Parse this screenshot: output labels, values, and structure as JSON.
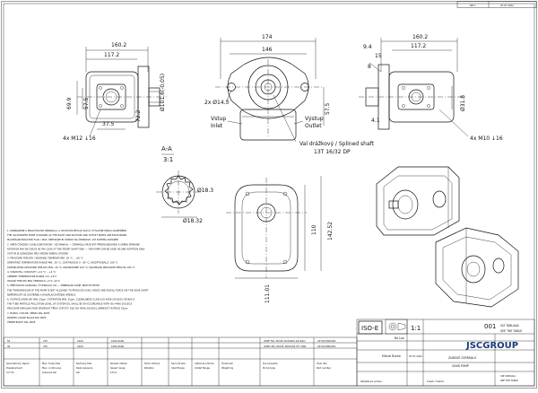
{
  "title_block": {
    "revision_cell": "Ref 1",
    "date_top": "07.07.2022",
    "iso_label": "ISO-E",
    "scale": "1:1",
    "sheet_number": "001",
    "drawn_by": "Ra Lan",
    "checked_by": "Michal Bunta",
    "approved_date": "07.07.2022",
    "name_cz": "ZUBOVÉ ČERPADLO",
    "name_en": "GEAR PUMP",
    "table_cz": "VIZ TABULKA",
    "table_en": "SEE THE TABLE",
    "company": "JSCGROUP",
    "bottom_left": "Zakázková výroba",
    "bottom_right": "Kreslil / Datum"
  },
  "dimensions": {
    "left_view": {
      "total_length": "160.2",
      "flange_length": "117.2",
      "height": "69.9",
      "shaft_offset": "57.5",
      "side_offset": "37.5",
      "face_height": "72.2",
      "pilot_dia": "Ø101.6(-0.05)",
      "port_thread": "4x M12 ↓16"
    },
    "front_view": {
      "width": "174",
      "bolt_spacing": "146",
      "mount_holes": "2x Ø14.3",
      "inlet_cz": "Vstup",
      "inlet_en": "Inlet",
      "outlet_cz": "Výstup",
      "outlet_en": "Outlet",
      "center_distance": "57.5",
      "shaft_note_cz": "Val drážkový / Splined shaft",
      "shaft_note_spec": "13T 16/32 DP"
    },
    "right_view": {
      "total_length": "160.2",
      "flange_length": "117.2",
      "offset_a": "9.4",
      "offset_b": "15",
      "offset_c": "8",
      "key_len": "4.1",
      "shaft_dia": "Ø31.8",
      "port_thread": "4x M10 ↓16"
    },
    "section": {
      "label": "A-A",
      "scale": "3:1",
      "major_dia": "Ø18.3",
      "minor_dia": "Ø18.32"
    },
    "bottom_view": {
      "width": "111.01",
      "height": "110",
      "height_total": "142.52"
    }
  },
  "notes": [
    "1. ZOBRAZENÉ A PRAVOTOČIVÉ ČERPADLO, U LEVOTOČIVÉHO JE SAČÍ A VÝTLAČNÉ HRDLO ZAMĚNĚNO",
    "   THE ILLUSTRATED PUMP IS DRAWN AS THE RIGHT AND SUCTION AND OUTLET PORTS ARE EXCHANGED",
    "   MAXIMÁLNÍ PRACOVNÍ TLAK / MAX. PRESSURE BY ŠIPKOU NA ČERPADLE, VIZ SCHÉMA ZAPOJENÍ",
    "2. SMĚR OTÁČENÍ A ZÁKLADNÍ POKYNY, VIZ MANUÁL — ČERPADLO MUSÍ BÝT PŘIŠROUBOVÁNO K SKŘÍNI SPRÁVNĚ",
    "   ROTATION MAY BE CHECK IN THE LOOK AT THE FRONT SHAFT END — THE PUMP CAN BE USED IN ONE ROTATION ONLY",
    "   VÝSTUP JE OZNAČENO PRO URČENÍ SMĚRU OTÁČENÍ",
    "3. PROVOZNÍ TEPLOTA / WORKING TEMPERATURE -20 °C … 80 °C",
    "   OPERATING TEMPERATURE RANGE MIN. -20 °C, CONTINUOUS 0 - 80 °C, EXCEPTIONALLY 100 °C",
    "   DOPORUČENÁ PROVOZNÍ TEPLOTA MIN. -20 °C, KRÁTKODOBĚ 100 °C, MAXIMÁLNÍ PROVOZNÍ TEPLOTA 100 °C",
    "4. VISKOSITA / VISCOSITY +12 °C …+2 °C",
    "   AMBIENT TEMPERATURE RANGE -15..-12°C",
    "   OKOLNÍ TEPLOTA PRO ČERPADLO +2°C..12°C",
    "5. PŘEVODOVÁ KAPALINA / HYDRAULIC OIL — MINERÁLNÍ OLEJE, PROTOTYPOVÉ",
    "   THE TRANSMISSION OF THE PUMP IS NOT ALLOWED TO PRODUCE AXIAL FORCE AND RADIAL FORCE ON THE GEAR SHAFT",
    "   NEPŘIPOUŠTÍ SE ZÁSTĚRNÉ A RADIÁLNÍ ZATÍŽENÍ HŘÍDELE",
    "6. FILTRACE KAPALINY MIN. 25μm / FILTRATION MIN. 25μm, CLEANLINESS CLASS ISO 4406 20/18/15 OR NAS 9",
    "   THE TUBE PARTICLE POLLUTION LEVEL OF SYSTEM OIL SHALL BE IN ACCORDANCE WITH ISO 4406 20/18/15",
    "   PRACOVNÍ KAPALINA MUSÍ SPLŇOVAT TŘÍDU ČISTOTY DLE ISO 4406 20/18/15, JEMNOST FILTRACE 25μm",
    "7. BARVA / COLOR: ČERNÁ RAL 9005",
    "   PAINTED COLOR BLACK RAL 9005",
    "   ČERNÉ BARVY RAL 9005"
  ],
  "spec_table": {
    "rows": [
      [
        "55",
        "270",
        "2100",
        "1000-2500",
        "",
        "",
        "",
        "",
        "GHPF 55L 3D335 2D15005-G4 W1D",
        "22701155D50X"
      ],
      [
        "45",
        "270",
        "2100",
        "1000-2500",
        "",
        "",
        "",
        "",
        "GHPD 45L 3D135 3D53336 UTY 9N2",
        "22701156D45X"
      ]
    ],
    "headers": [
      "Geometrický objem\nDisplacement\ncm³/ot",
      "Max. trvalý tlak\nMax. continuous\npressure bar",
      "Špičkový tlak\nPeak pressure\nbar",
      "Rozsah otáček\nSpeed range\n1/min",
      "Směr otáčení\nRotation",
      "Sací příruba\nInlet flange",
      "Výtlačná příruba\nOutlet flange",
      "Hmotnost\nWeight kg",
      "Typ čerpadla\nPump type",
      "Číslo dílu\nPart number"
    ]
  }
}
